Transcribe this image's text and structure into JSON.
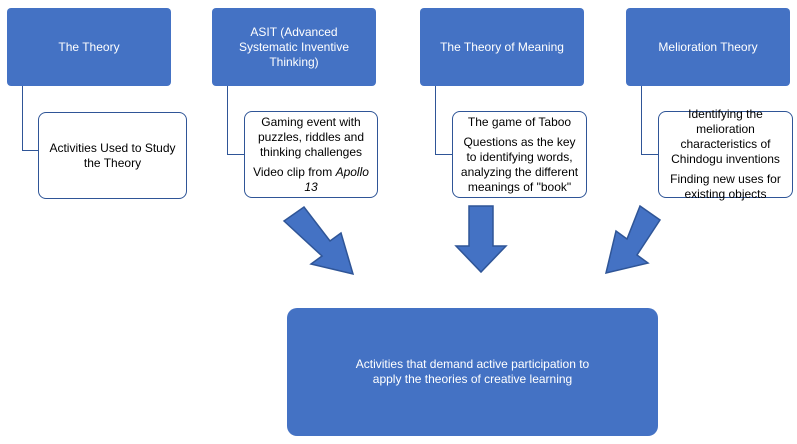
{
  "columns": [
    {
      "header": "The Theory",
      "details": [
        "Activities Used to Study the Theory"
      ]
    },
    {
      "header": "ASIT (Advanced Systematic Inventive Thinking)",
      "details": [
        "Gaming event with puzzles, riddles and thinking challenges"
      ],
      "video_prefix": "Video clip from ",
      "video_title": "Apollo 13"
    },
    {
      "header": "The Theory of Meaning",
      "details": [
        "The game of Taboo",
        "Questions as the key to identifying words, analyzing the different meanings of \"book\""
      ]
    },
    {
      "header": "Melioration Theory",
      "details": [
        "Identifying the melioration characteristics of Chindogu inventions",
        "Finding new uses for existing objects"
      ]
    }
  ],
  "result": "Activities that demand active participation to apply the theories of creative learning",
  "colors": {
    "box_fill": "#4472c4",
    "border": "#2f5597",
    "arrow_fill": "#4472c4"
  }
}
